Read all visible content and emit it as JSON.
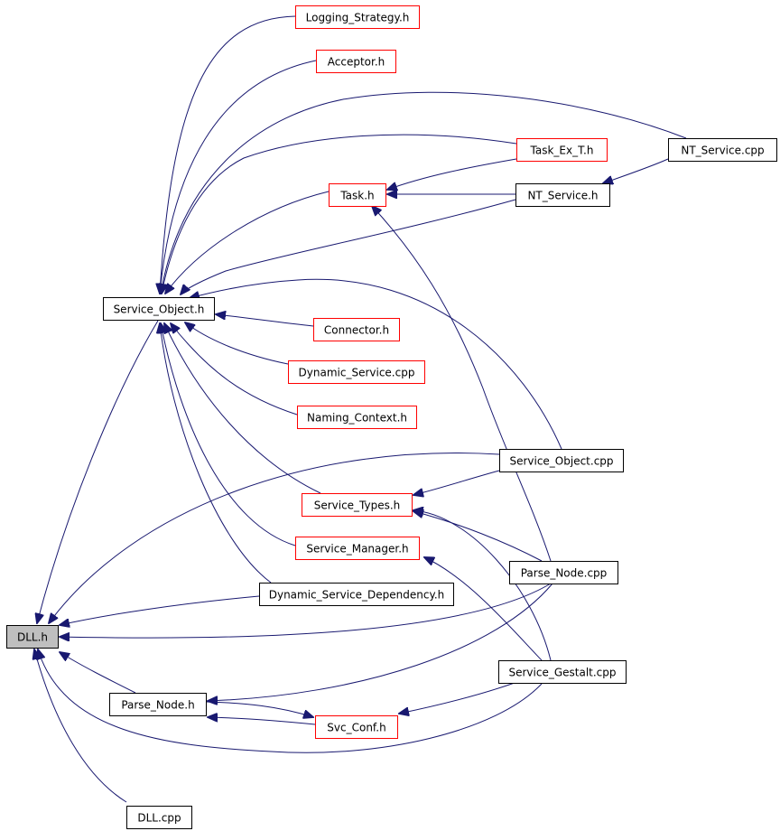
{
  "colors": {
    "edge": "#191970",
    "documented_border": "#000000",
    "undocumented_border": "#ff0000",
    "focus_fill": "#bfbfbf",
    "node_fill": "#ffffff"
  },
  "nodes": [
    {
      "id": "logging_strategy_h",
      "label": "Logging_Strategy.h",
      "style": "undocumented"
    },
    {
      "id": "acceptor_h",
      "label": "Acceptor.h",
      "style": "undocumented"
    },
    {
      "id": "nt_service_cpp",
      "label": "NT_Service.cpp",
      "style": "documented"
    },
    {
      "id": "task_ex_t_h",
      "label": "Task_Ex_T.h",
      "style": "undocumented"
    },
    {
      "id": "task_h",
      "label": "Task.h",
      "style": "undocumented"
    },
    {
      "id": "nt_service_h",
      "label": "NT_Service.h",
      "style": "documented"
    },
    {
      "id": "service_object_h",
      "label": "Service_Object.h",
      "style": "documented"
    },
    {
      "id": "connector_h",
      "label": "Connector.h",
      "style": "undocumented"
    },
    {
      "id": "dynamic_service_cpp",
      "label": "Dynamic_Service.cpp",
      "style": "undocumented"
    },
    {
      "id": "naming_context_h",
      "label": "Naming_Context.h",
      "style": "undocumented"
    },
    {
      "id": "service_object_cpp",
      "label": "Service_Object.cpp",
      "style": "documented"
    },
    {
      "id": "service_types_h",
      "label": "Service_Types.h",
      "style": "undocumented"
    },
    {
      "id": "service_manager_h",
      "label": "Service_Manager.h",
      "style": "undocumented"
    },
    {
      "id": "parse_node_cpp",
      "label": "Parse_Node.cpp",
      "style": "documented"
    },
    {
      "id": "dynamic_service_dependency_h",
      "label": "Dynamic_Service_Dependency.h",
      "style": "documented"
    },
    {
      "id": "dll_h",
      "label": "DLL.h",
      "style": "focus"
    },
    {
      "id": "service_gestalt_cpp",
      "label": "Service_Gestalt.cpp",
      "style": "documented"
    },
    {
      "id": "parse_node_h",
      "label": "Parse_Node.h",
      "style": "documented"
    },
    {
      "id": "svc_conf_h",
      "label": "Svc_Conf.h",
      "style": "undocumented"
    },
    {
      "id": "dll_cpp",
      "label": "DLL.cpp",
      "style": "documented"
    }
  ],
  "edges": [
    {
      "from": "service_object_h",
      "to": "dll_h"
    },
    {
      "from": "dynamic_service_dependency_h",
      "to": "dll_h"
    },
    {
      "from": "parse_node_h",
      "to": "dll_h"
    },
    {
      "from": "dll_cpp",
      "to": "dll_h"
    },
    {
      "from": "service_object_cpp",
      "to": "dll_h"
    },
    {
      "from": "parse_node_cpp",
      "to": "dll_h"
    },
    {
      "from": "service_gestalt_cpp",
      "to": "dll_h"
    },
    {
      "from": "logging_strategy_h",
      "to": "service_object_h"
    },
    {
      "from": "acceptor_h",
      "to": "service_object_h"
    },
    {
      "from": "nt_service_cpp",
      "to": "service_object_h"
    },
    {
      "from": "task_ex_t_h",
      "to": "service_object_h"
    },
    {
      "from": "task_h",
      "to": "service_object_h"
    },
    {
      "from": "nt_service_h",
      "to": "service_object_h"
    },
    {
      "from": "connector_h",
      "to": "service_object_h"
    },
    {
      "from": "dynamic_service_cpp",
      "to": "service_object_h"
    },
    {
      "from": "naming_context_h",
      "to": "service_object_h"
    },
    {
      "from": "service_object_cpp",
      "to": "service_object_h"
    },
    {
      "from": "service_types_h",
      "to": "service_object_h"
    },
    {
      "from": "service_manager_h",
      "to": "service_object_h"
    },
    {
      "from": "dynamic_service_dependency_h",
      "to": "service_object_h"
    },
    {
      "from": "task_ex_t_h",
      "to": "task_h"
    },
    {
      "from": "nt_service_h",
      "to": "task_h"
    },
    {
      "from": "parse_node_cpp",
      "to": "task_h"
    },
    {
      "from": "nt_service_cpp",
      "to": "nt_service_h"
    },
    {
      "from": "service_object_cpp",
      "to": "service_types_h"
    },
    {
      "from": "parse_node_cpp",
      "to": "service_types_h"
    },
    {
      "from": "service_gestalt_cpp",
      "to": "service_types_h"
    },
    {
      "from": "service_gestalt_cpp",
      "to": "service_manager_h"
    },
    {
      "from": "parse_node_cpp",
      "to": "parse_node_h"
    },
    {
      "from": "svc_conf_h",
      "to": "parse_node_h"
    },
    {
      "from": "parse_node_h",
      "to": "svc_conf_h"
    },
    {
      "from": "service_gestalt_cpp",
      "to": "svc_conf_h"
    }
  ]
}
